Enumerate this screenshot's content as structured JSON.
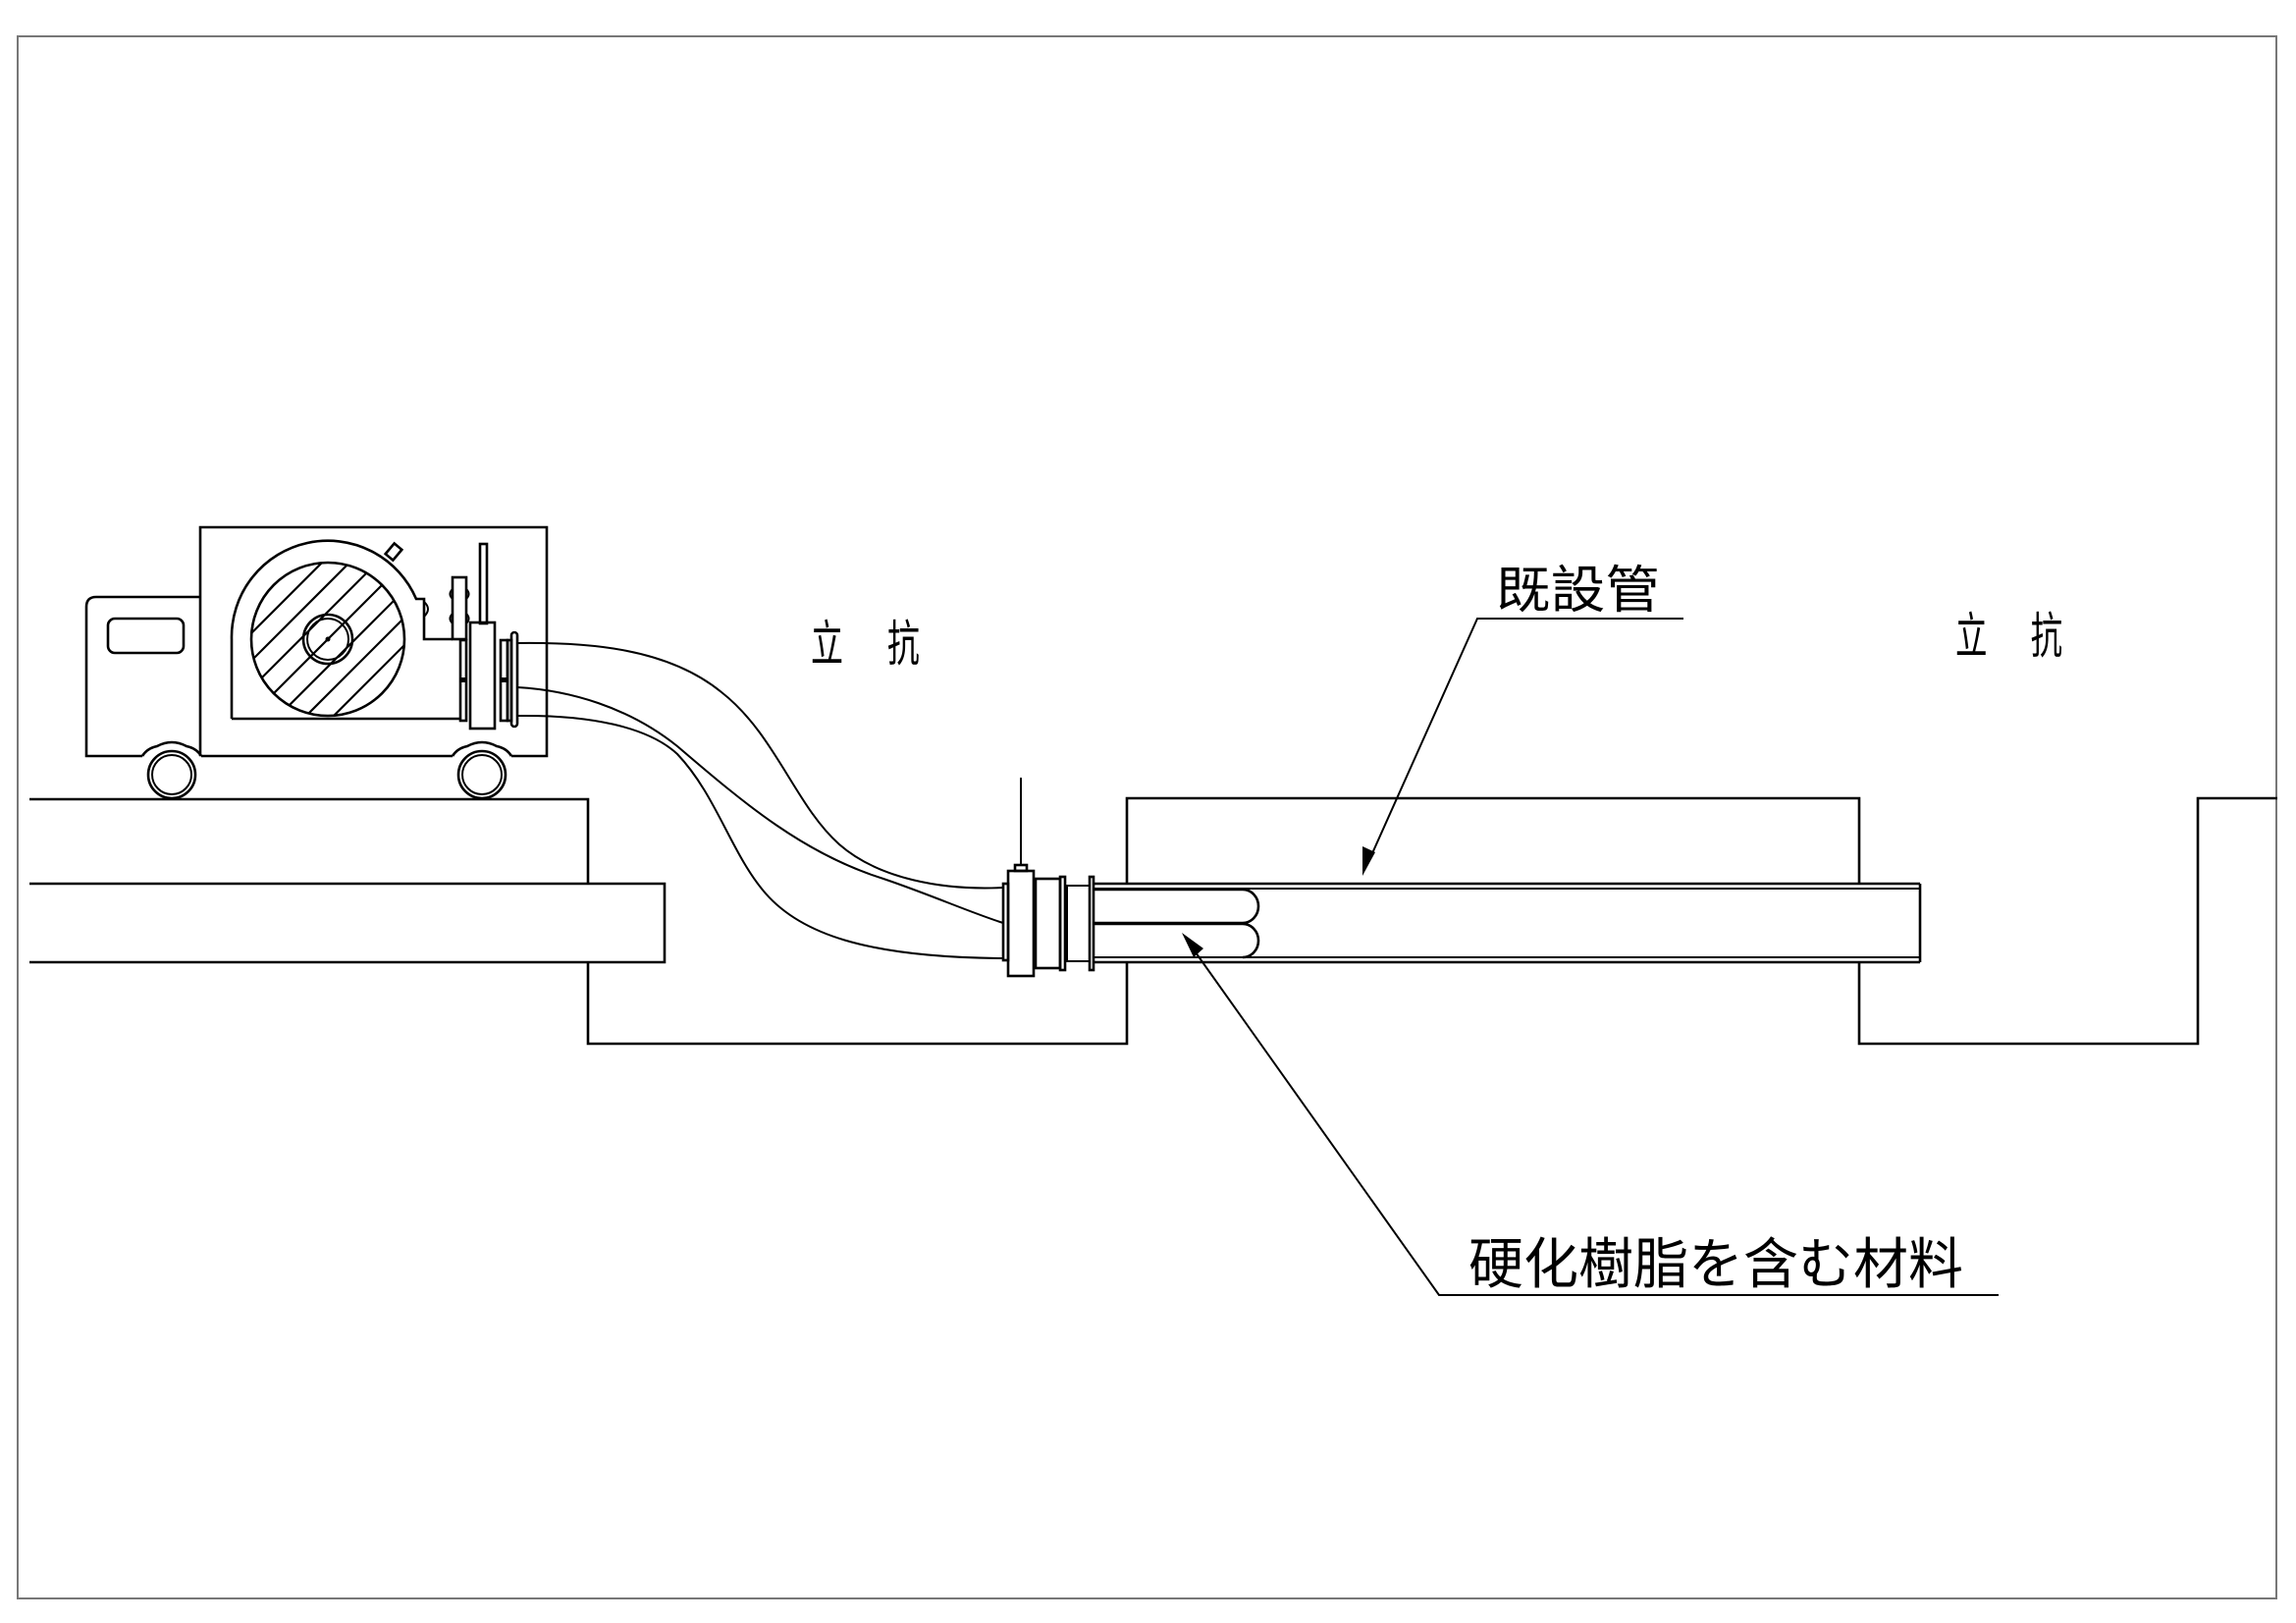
{
  "drawing": {
    "title": "Pipe rehabilitation installation schematic",
    "labels": {
      "shaft_left": "立 抗",
      "shaft_right": "立 抗",
      "existing_pipe": "既設管",
      "liner_material": "硬化樹脂を含む材料"
    },
    "components": [
      "truck",
      "cab",
      "cab-window",
      "cargo-box",
      "hose-reel-drum",
      "drum-hub",
      "outlet-flange",
      "hose-bundle",
      "pipe-connector",
      "antenna-rod",
      "existing-pipe",
      "inverted-liner-tube",
      "left-shaft",
      "right-shaft",
      "ground-surface"
    ],
    "colors": {
      "line": "#000000",
      "frame": "#777777",
      "background": "#ffffff"
    }
  }
}
